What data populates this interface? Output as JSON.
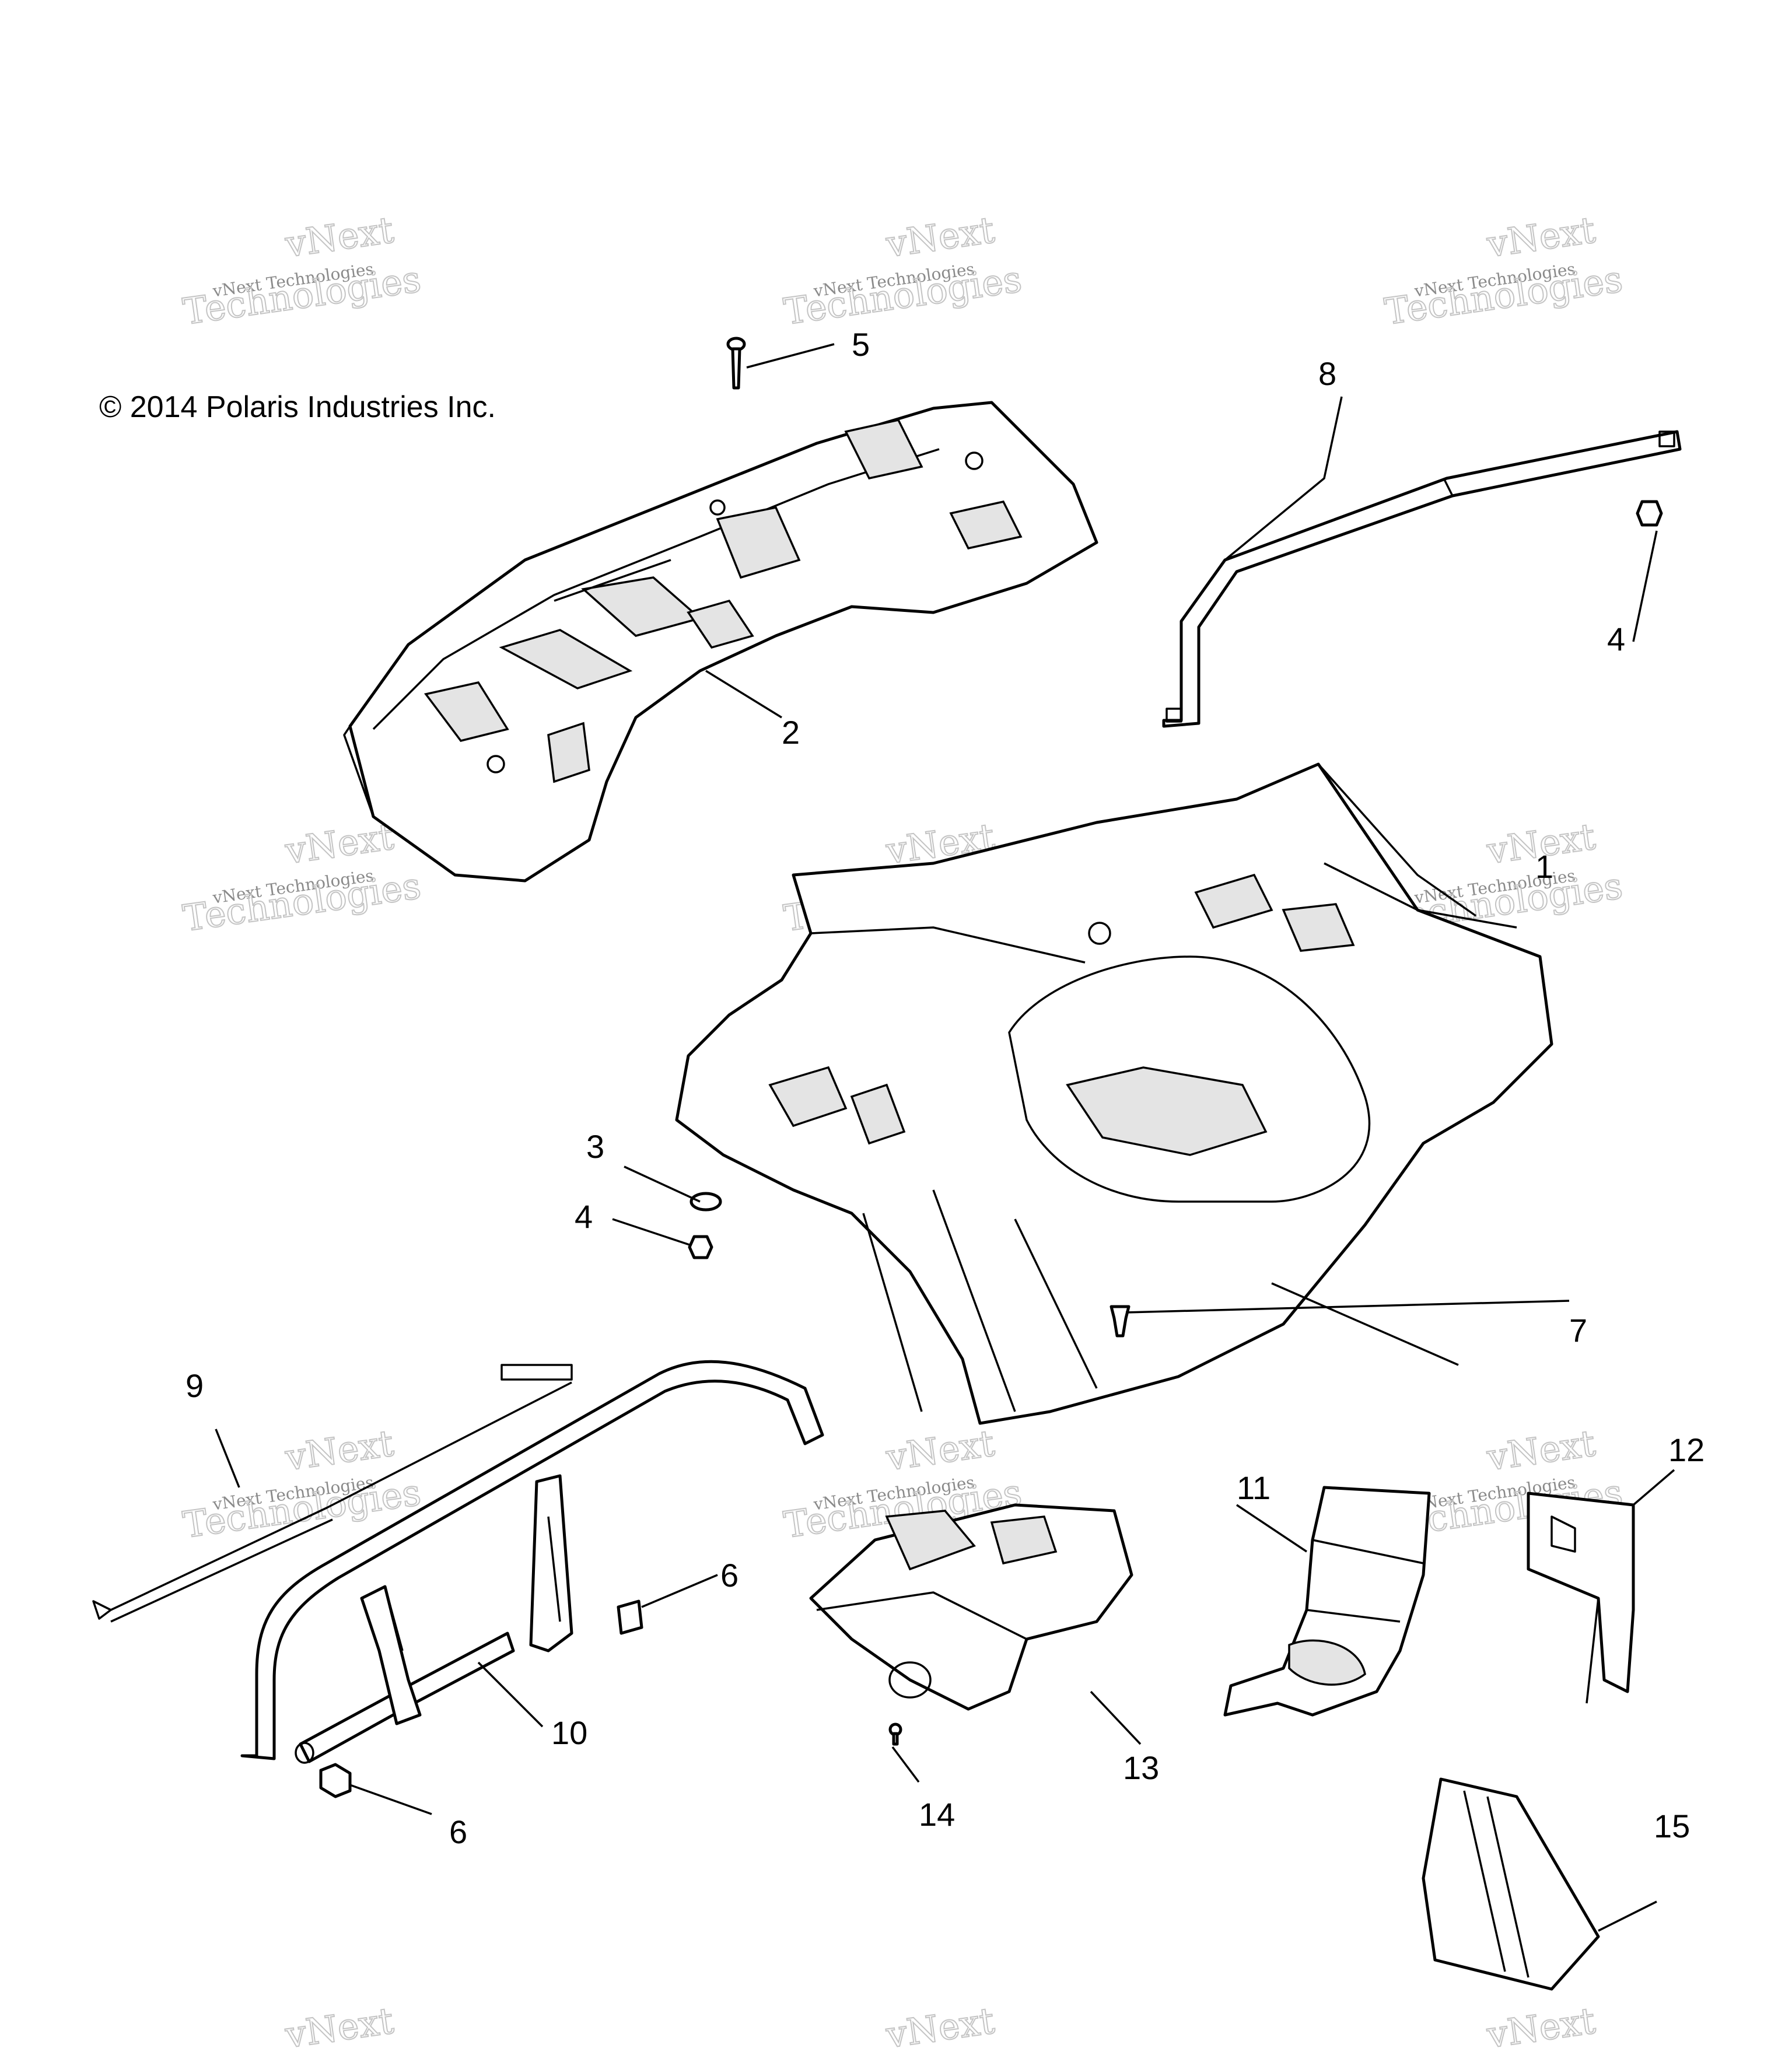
{
  "copyright": "© 2014 Polaris Industries Inc.",
  "watermark": {
    "line_small": "vNext Technologies",
    "line_big_1": "vNext",
    "line_big_2": "Technologies"
  },
  "callouts": {
    "c1": "1",
    "c2": "2",
    "c3": "3",
    "c4a": "4",
    "c4b": "4",
    "c5": "5",
    "c6a": "6",
    "c6b": "6",
    "c7": "7",
    "c8": "8",
    "c9": "9",
    "c10": "10",
    "c11": "11",
    "c12": "12",
    "c13": "13",
    "c14": "14",
    "c15": "15"
  },
  "colors": {
    "line": "#000000",
    "background": "#ffffff",
    "watermark": "#8a8a8a"
  }
}
